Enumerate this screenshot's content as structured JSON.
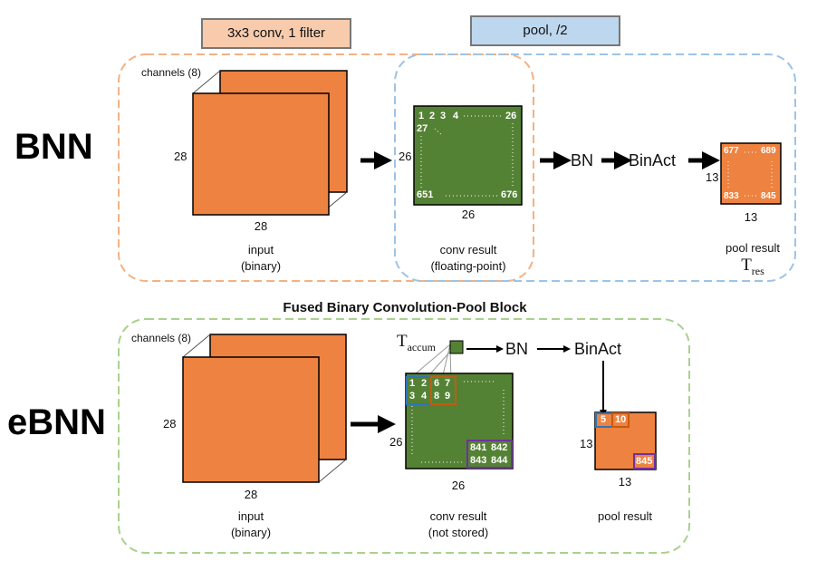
{
  "banners": {
    "conv": "3x3 conv, 1 filter",
    "pool": "pool, /2"
  },
  "bnn": {
    "label": "BNN",
    "channels": "channels (8)",
    "input_height": "28",
    "input_width": "28",
    "input_caption_1": "input",
    "input_caption_2": "(binary)",
    "conv_height": "26",
    "conv_width": "26",
    "conv_caption_1": "conv result",
    "conv_caption_2": "(floating-point)",
    "conv_cells": {
      "c1": "1",
      "c2": "2",
      "c3": "3",
      "c4": "4",
      "c26": "26",
      "c27": "27",
      "c651": "651",
      "c676": "676"
    },
    "bn": "BN",
    "binact": "BinAct",
    "pool_height": "13",
    "pool_width": "13",
    "pool_cells": {
      "c677": "677",
      "c689": "689",
      "c833": "833",
      "c845": "845"
    },
    "pool_caption": "pool result",
    "tres_main": "T",
    "tres_sub": "res"
  },
  "fused_title": "Fused Binary Convolution-Pool Block",
  "ebnn": {
    "label": "eBNN",
    "channels": "channels (8)",
    "input_height": "28",
    "input_width": "28",
    "input_caption_1": "input",
    "input_caption_2": "(binary)",
    "taccum_main": "T",
    "taccum_sub": "accum",
    "bn": "BN",
    "binact": "BinAct",
    "conv_height": "26",
    "conv_width": "26",
    "conv_caption_1": "conv result",
    "conv_caption_2": "(not stored)",
    "conv_cells": {
      "c1": "1",
      "c2": "2",
      "c3": "3",
      "c4": "4",
      "c6": "6",
      "c7": "7",
      "c8": "8",
      "c9": "9",
      "c841": "841",
      "c842": "842",
      "c843": "843",
      "c844": "844"
    },
    "pool_height": "13",
    "pool_width": "13",
    "pool_cells": {
      "c5": "5",
      "c10": "10",
      "c845": "845"
    },
    "pool_caption": "pool result"
  },
  "colors": {
    "orange": "#EE8240",
    "green": "#548235",
    "conv_banner_bg": "#F8CBAD",
    "pool_banner_bg": "#BDD7EE",
    "orange_dash": "#F4B183",
    "blue_dash": "#9DC3E6",
    "green_dash": "#A9D18E"
  }
}
